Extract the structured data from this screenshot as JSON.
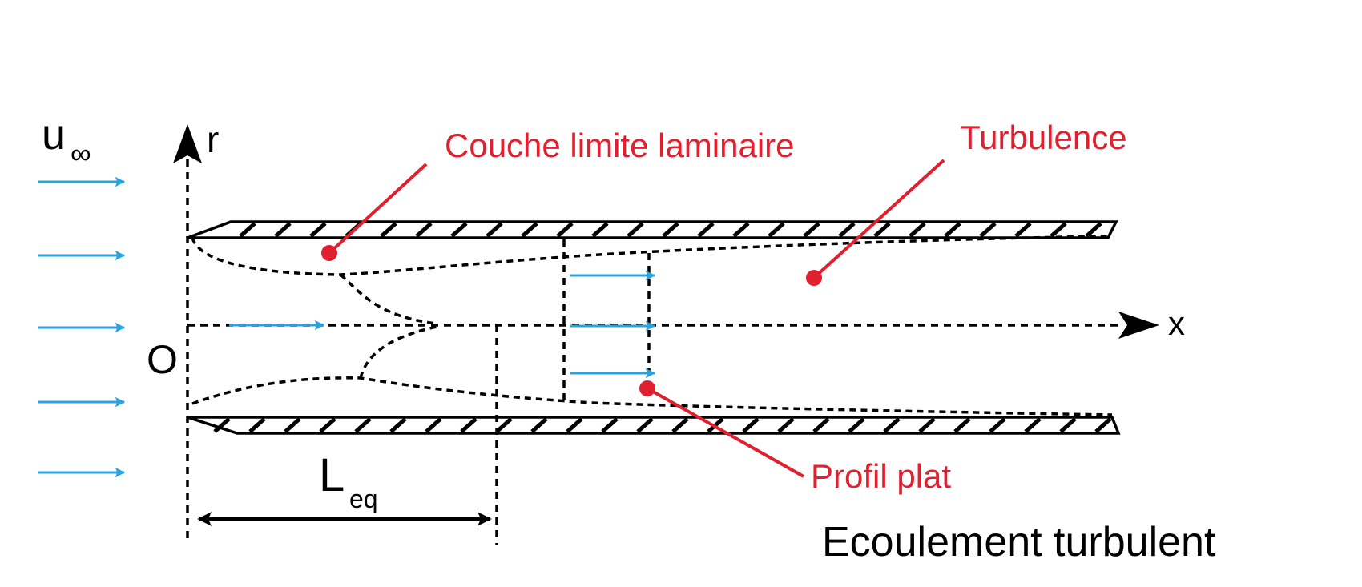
{
  "labels": {
    "u_main": "u",
    "u_sub": "∞",
    "r_axis": "r",
    "x_axis": "x",
    "origin": "O",
    "leq_main": "L",
    "leq_sub": "eq",
    "couche_limite": "Couche limite laminaire",
    "turbulence": "Turbulence",
    "profil_plat": "Profil plat",
    "title": "Ecoulement turbulent"
  },
  "colors": {
    "flow_arrow": "#29a3dd",
    "annotation": "#e0202e",
    "line": "#000000"
  },
  "icons": {
    "flow": "arrow-right",
    "axis": "arrow-head",
    "callout": "dot-leader"
  }
}
